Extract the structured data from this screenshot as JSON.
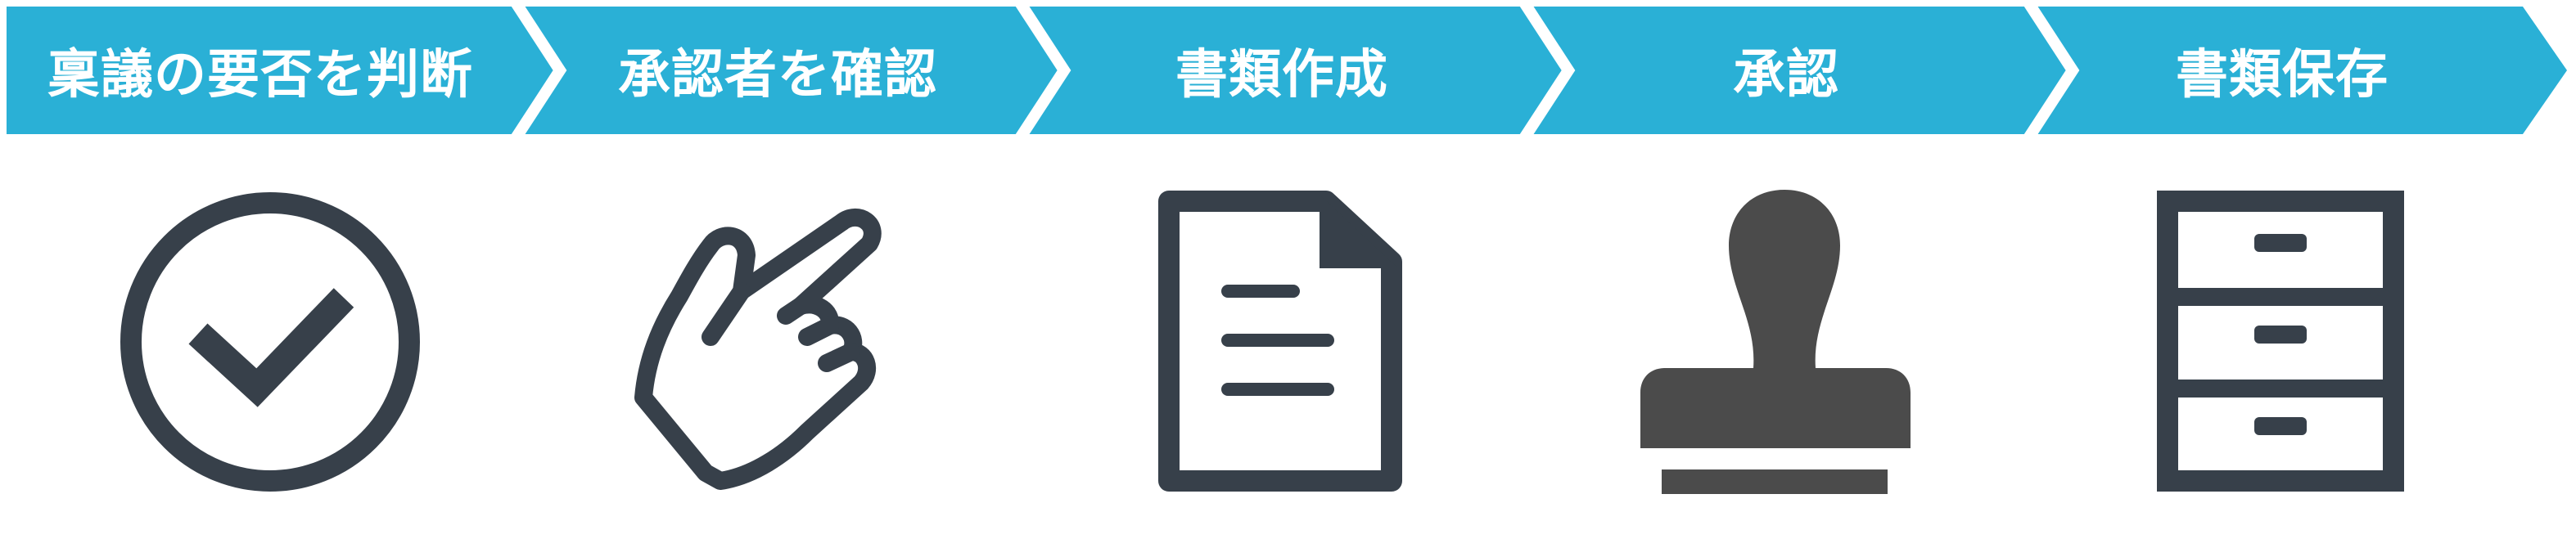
{
  "colors": {
    "banner": "#2ab0d6",
    "separator": "#ffffff",
    "icon_dark": "#37404a",
    "icon_stamp": "#4b4b4b"
  },
  "steps": [
    {
      "label": "稟議の要否を判断",
      "icon": "check-circle-icon"
    },
    {
      "label": "承認者を確認",
      "icon": "pointing-hand-icon"
    },
    {
      "label": "書類作成",
      "icon": "document-icon"
    },
    {
      "label": "承認",
      "icon": "stamp-icon"
    },
    {
      "label": "書類保存",
      "icon": "filing-cabinet-icon"
    }
  ]
}
